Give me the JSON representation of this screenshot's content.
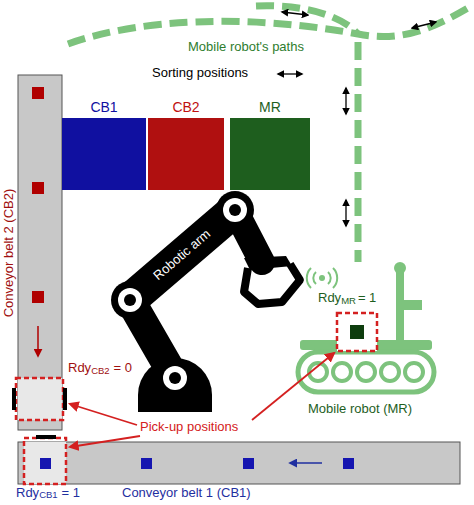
{
  "diagram": {
    "nodes": [
      {
        "text": [
          "CB1"
        ]
      },
      {
        "text": [
          "CB2"
        ]
      },
      {
        "text": [
          "MR"
        ]
      },
      {
        "text": [
          "Conveyor belt 2 (CB2)"
        ]
      },
      {
        "text": [
          "Robotic arm"
        ]
      },
      {
        "text": [
          "Mobile robot (MR)"
        ]
      },
      {
        "text": [
          "Conveyor belt 1 (CB1)"
        ]
      }
    ],
    "labels": [
      "Mobile robot's paths",
      "Sorting positions",
      "Rdy",
      "MR",
      "= 1",
      "Rdy",
      "CB2",
      "= 0",
      "Pick-up positions",
      "Rdy",
      "CB1",
      "= 1"
    ]
  }
}
